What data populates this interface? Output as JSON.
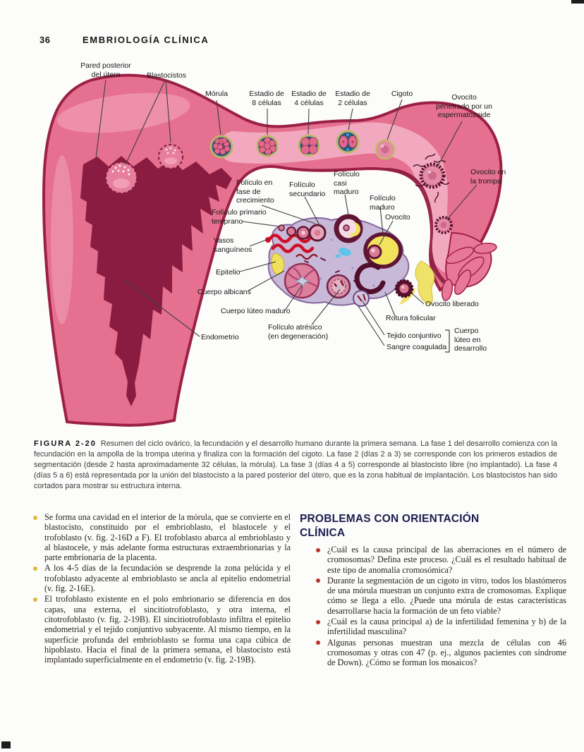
{
  "page": {
    "number": "36",
    "running_head": "EMBRIOLOGÍA CLÍNICA"
  },
  "figure": {
    "caption_label": "FIGURA 2-20",
    "caption_text": "Resumen del ciclo ovárico, la fecundación y el desarrollo humano durante la primera semana. La fase 1 del desarrollo comienza con la fecundación en la ampolla de la trompa uterina y finaliza con la formación del cigoto. La fase 2 (días 2 a 3) se corresponde con los primeros estadios de segmentación (desde 2 hasta aproximadamente 32 células, la mórula). La fase 3 (días 4 a 5) corresponde al blastocisto libre (no implantado). La fase 4 (días 5 a 6) está representada por la unión del blastocisto a la pared posterior del útero, que es la zona habitual de implantación. Los blastocistos han sido cortados para mostrar su estructura interna.",
    "labels": {
      "pared_posterior": "Pared posterior\ndel útero",
      "blastocistos": "Blastocistos",
      "morula": "Mórula",
      "estadio8": "Estadio de\n8 células",
      "estadio4": "Estadio de\n4 células",
      "estadio2": "Estadio de\n2 células",
      "cigoto": "Cigoto",
      "ovocito_penetrado": "Ovocito\npenetrado por un\nespermatozoide",
      "ovocito_trompa": "Ovocito en\nla trompa",
      "foliculo_crecimiento": "Folículo en\nfase de\ncrecimiento",
      "foliculo_secundario": "Folículo\nsecundario",
      "foliculo_casi_maduro": "Folículo\ncasi\nmaduro",
      "foliculo_maduro": "Folículo\nmaduro",
      "ovocito": "Ovocito",
      "foliculo_primario": "Folículo primario\ntemprano",
      "vasos_sanguineos": "Vasos\nsanguíneos",
      "epitelio": "Epitelio",
      "cuerpo_albicans": "Cuerpo albicans",
      "cuerpo_luteo_maduro": "Cuerpo lúteo maduro",
      "foliculo_atresico": "Folículo atrésico\n(en degeneración)",
      "endometrio": "Endometrio",
      "ovocito_liberado": "Ovocito liberado",
      "rotura_folicular": "Rotura folicular",
      "tejido_conjuntivo": "Tejido conjuntivo",
      "sangre_coagulada": "Sangre coagulada",
      "cuerpo_luteo_desarrollo": "Cuerpo\nlúteo en\ndesarrollo"
    }
  },
  "summary": {
    "bullets": [
      "Se forma una cavidad en el interior de la mórula, que se convierte en el blastocisto, constituido por el embrioblasto, el blastocele y el trofoblasto (v. fig. 2-16D a F). El trofoblasto abarca al embrioblasto y al blastocele, y más adelante forma estructuras extraembrionarias y la parte embrionaria de la placenta.",
      "A los 4-5 días de la fecundación se desprende la zona pelúcida y el trofoblasto adyacente al embrioblasto se ancla al epitelio endometrial (v. fig. 2-16E).",
      "El trofoblasto existente en el polo embrionario se diferencia en dos capas, una externa, el sincitiotrofoblasto, y otra interna, el citotrofoblasto (v. fig. 2-19B). El sincitiotrofoblasto infiltra el epitelio endometrial y el tejido conjuntivo subyacente. Al mismo tiempo, en la superficie profunda del embrioblasto se forma una capa cúbica de hipoblasto. Hacia el final de la primera semana, el blastocisto está implantado superficialmente en el endometrio (v. fig. 2-19B)."
    ]
  },
  "problems": {
    "heading": "PROBLEMAS CON ORIENTACIÓN CLÍNICA",
    "bullets": [
      "¿Cuál es la causa principal de las aberraciones en el número de cromosomas? Defina este proceso. ¿Cuál es el resultado habitual de este tipo de anomalía cromosómica?",
      "Durante la segmentación de un cigoto in vitro, todos los blastómeros de una mórula muestran un conjunto extra de cromosomas. Explique cómo se llega a ello. ¿Puede una mórula de estas características desarrollarse hacia la formación de un feto viable?",
      "¿Cuál es la causa principal a) de la infertilidad femenina y b) de la infertilidad masculina?",
      "Algunas personas muestran una mezcla de células con 46 cromosomas y otras con 47 (p. ej., algunos pacientes con síndrome de Down). ¿Cómo se forman los mosaicos?"
    ]
  },
  "colors": {
    "summary_bullet": "#ddb93b",
    "clinical_bullet": "#b5372b",
    "heading_text": "#1c1c4e",
    "uterus_wall_pink": "#e5708f",
    "uterus_border": "#9c2046",
    "uterine_cavity": "#8a1c41",
    "tube_lumen": "#f2a9bf",
    "ovary_lavender": "#c9b9d8",
    "follicle_yellow": "#f2e35c",
    "blood_vessel_red": "#cf0f26",
    "fluid_blue": "#5fc3ea",
    "stage_ring_olive": "#b9b768",
    "stage_interior_blue": "#235a84"
  }
}
